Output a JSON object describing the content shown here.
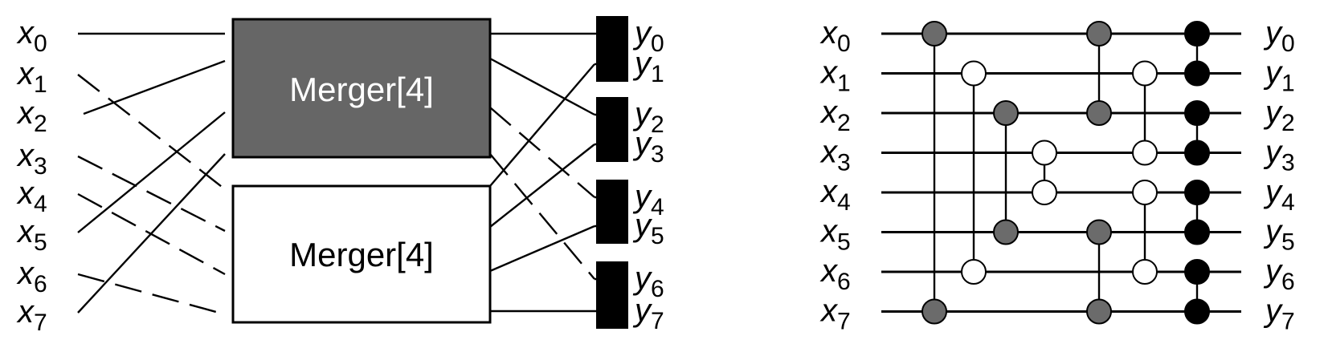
{
  "left_panel": {
    "inputs": [
      {
        "base": "x",
        "sub": "0"
      },
      {
        "base": "x",
        "sub": "1"
      },
      {
        "base": "x",
        "sub": "2"
      },
      {
        "base": "x",
        "sub": "3"
      },
      {
        "base": "x",
        "sub": "4"
      },
      {
        "base": "x",
        "sub": "5"
      },
      {
        "base": "x",
        "sub": "6"
      },
      {
        "base": "x",
        "sub": "7"
      }
    ],
    "outputs": [
      {
        "base": "y",
        "sub": "0"
      },
      {
        "base": "y",
        "sub": "1"
      },
      {
        "base": "y",
        "sub": "2"
      },
      {
        "base": "y",
        "sub": "3"
      },
      {
        "base": "y",
        "sub": "4"
      },
      {
        "base": "y",
        "sub": "5"
      },
      {
        "base": "y",
        "sub": "6"
      },
      {
        "base": "y",
        "sub": "7"
      }
    ],
    "top_box": {
      "label": "Merger[4]",
      "fill": "#666666",
      "text_color": "#ffffff"
    },
    "bottom_box": {
      "label": "Merger[4]",
      "fill": "#ffffff",
      "text_color": "#000000"
    },
    "comparator_color": "#000000"
  },
  "right_panel": {
    "inputs": [
      {
        "base": "x",
        "sub": "0"
      },
      {
        "base": "x",
        "sub": "1"
      },
      {
        "base": "x",
        "sub": "2"
      },
      {
        "base": "x",
        "sub": "3"
      },
      {
        "base": "x",
        "sub": "4"
      },
      {
        "base": "x",
        "sub": "5"
      },
      {
        "base": "x",
        "sub": "6"
      },
      {
        "base": "x",
        "sub": "7"
      }
    ],
    "outputs": [
      {
        "base": "y",
        "sub": "0"
      },
      {
        "base": "y",
        "sub": "1"
      },
      {
        "base": "y",
        "sub": "2"
      },
      {
        "base": "y",
        "sub": "3"
      },
      {
        "base": "y",
        "sub": "4"
      },
      {
        "base": "y",
        "sub": "5"
      },
      {
        "base": "y",
        "sub": "6"
      },
      {
        "base": "y",
        "sub": "7"
      }
    ],
    "node_colors": {
      "gray": "#6b6b6b",
      "white": "#ffffff",
      "black": "#000000"
    },
    "comparators": [
      {
        "stage": 0,
        "wires": [
          0,
          7
        ],
        "color": "gray"
      },
      {
        "stage": 1,
        "wires": [
          1,
          6
        ],
        "color": "white"
      },
      {
        "stage": 2,
        "wires": [
          2,
          5
        ],
        "color": "gray"
      },
      {
        "stage": 3,
        "wires": [
          3,
          4
        ],
        "color": "white"
      },
      {
        "stage": 4,
        "wires": [
          0,
          2
        ],
        "color": "gray"
      },
      {
        "stage": 4,
        "wires": [
          5,
          7
        ],
        "color": "gray"
      },
      {
        "stage": 5,
        "wires": [
          1,
          3
        ],
        "color": "white"
      },
      {
        "stage": 5,
        "wires": [
          4,
          6
        ],
        "color": "white"
      },
      {
        "stage": 6,
        "wires": [
          0,
          1
        ],
        "color": "black"
      },
      {
        "stage": 6,
        "wires": [
          2,
          3
        ],
        "color": "black"
      },
      {
        "stage": 6,
        "wires": [
          4,
          5
        ],
        "color": "black"
      },
      {
        "stage": 6,
        "wires": [
          6,
          7
        ],
        "color": "black"
      }
    ]
  }
}
